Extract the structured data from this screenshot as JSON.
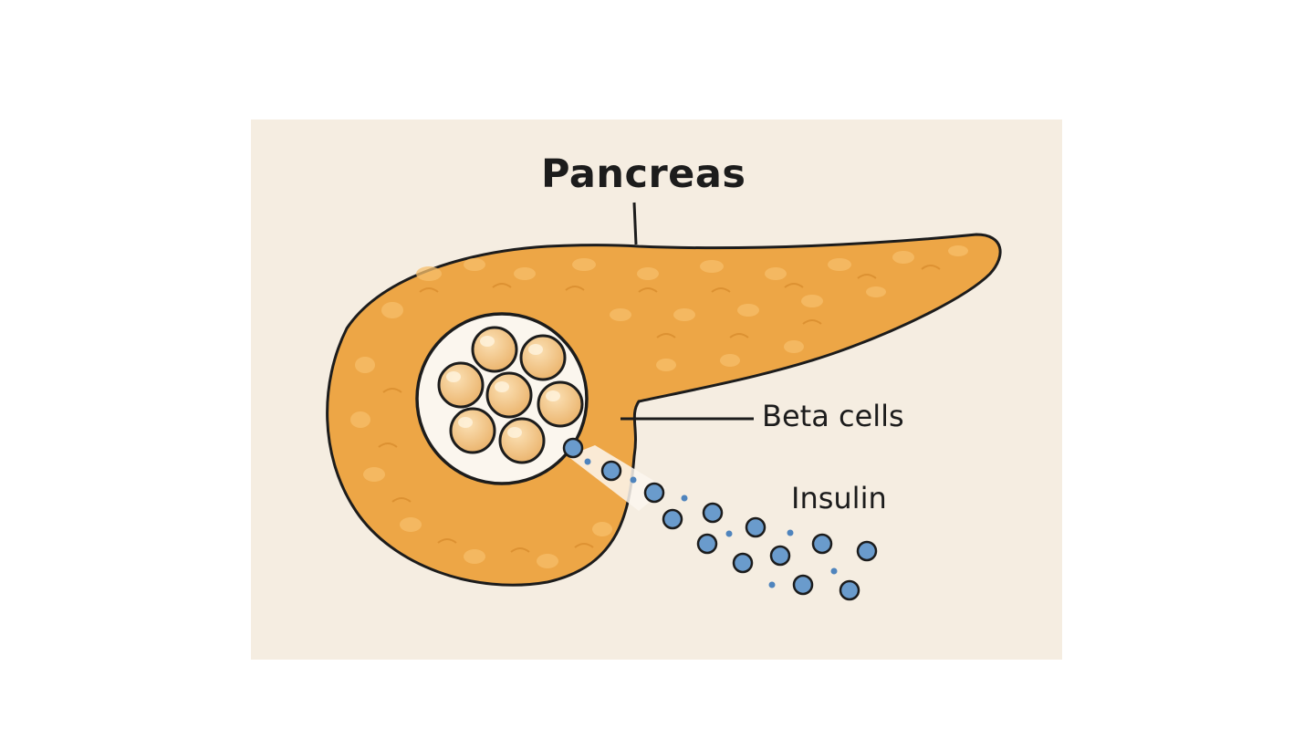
{
  "labels": {
    "title": "Pancreas",
    "beta_cells": "Beta cells",
    "insulin": "Insulin"
  },
  "colors": {
    "background": "#f5ede1",
    "pancreas": "#eda646",
    "pancreas_shadow": "#d98d2e",
    "beta_cell": "#f2c27f",
    "insulin": "#6a9bcc",
    "outline": "#1c1c1c"
  }
}
